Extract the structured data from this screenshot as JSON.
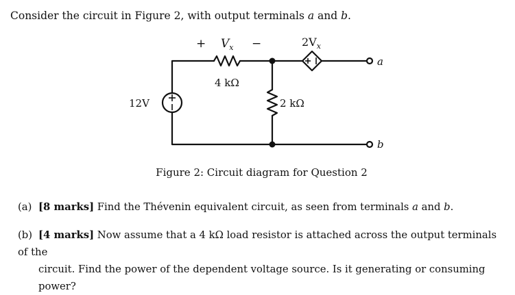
{
  "intro": {
    "prefix": "Consider the circuit in Figure 2, with output terminals ",
    "var_a": "a",
    "and": " and ",
    "var_b": "b",
    "suffix": "."
  },
  "circuit": {
    "vx_plus": "+",
    "vx_label": "V",
    "vx_sub": "x",
    "vx_minus": "−",
    "dep_source_label": "2V",
    "dep_source_sub": "x",
    "r1_label": "4 kΩ",
    "r2_label": "2 kΩ",
    "source_label": "12V",
    "terminal_a": "a",
    "terminal_b": "b"
  },
  "caption": "Figure 2: Circuit diagram for Question 2",
  "questions": [
    {
      "label": "(a)",
      "marks": "[8 marks]",
      "text_before": " Find the Thévenin equivalent circuit, as seen from terminals ",
      "var1": "a",
      "text_mid": " and ",
      "var2": "b",
      "text_after": "."
    },
    {
      "label": "(b)",
      "marks": "[4 marks]",
      "line1": " Now assume that a 4 kΩ load resistor is attached across the output terminals of the",
      "line2": "circuit. Find the power of the dependent voltage source. Is it generating or consuming power?"
    }
  ]
}
